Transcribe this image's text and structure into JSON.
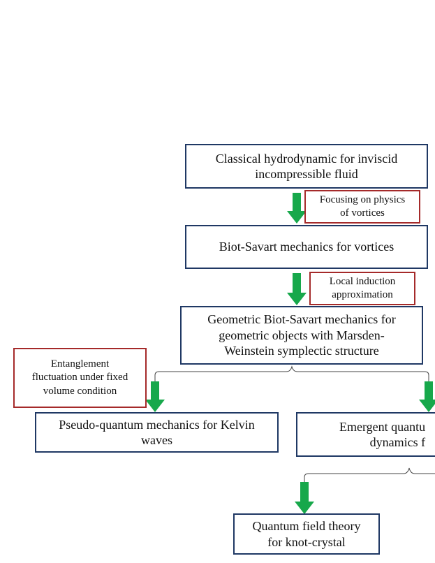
{
  "nodes": {
    "classical": "Classical hydrodynamic for inviscid\nincompressible fluid",
    "biot_savart": "Biot-Savart mechanics for vortices",
    "geometric": "Geometric Biot-Savart mechanics for\ngeometric objects with Marsden-\nWeinstein symplectic structure",
    "pseudo_quantum": "Pseudo-quantum mechanics for Kelvin\nwaves",
    "emergent": "Emergent quantu\ndynamics f",
    "qft": "Quantum field theory\nfor knot-crystal"
  },
  "notes": {
    "focusing": "Focusing on physics\nof vortices",
    "local_induction": "Local induction\napproximation",
    "entanglement": "Entanglement\nfluctuation under fixed\nvolume condition"
  },
  "colors": {
    "box_border": "#1f3864",
    "note_border": "#a52a2a",
    "arrow": "#17a84b",
    "connector": "#444444"
  }
}
